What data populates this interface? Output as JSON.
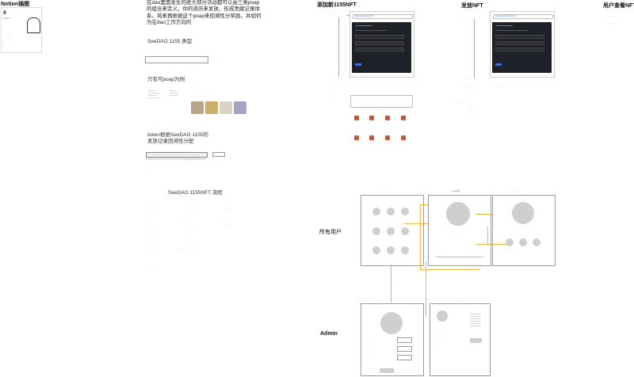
{
  "notion": {
    "title": "Notion插图",
    "card_heading": "盘",
    "card_lines": [
      "Notion",
      "···",
      "···· · ···",
      "··· ··· ···"
    ]
  },
  "intro": {
    "paragraph": "在dao里面发生的绝大部分活动都可以由三类poap的组合来定义。你的资历来发放、形成贡献记录体系。将来再根据这个poap来回溯性分奖励。并如何为在dao工作方向的"
  },
  "poap_types": {
    "title": "SeeDAO 1155 类型",
    "col_a": [
      "·····",
      "·· ·",
      "····"
    ],
    "col_b": [
      "····",
      "·· ·",
      "····"
    ],
    "col_c": [
      "·· ···",
      "·· ·",
      "· ·· ·"
    ],
    "side_note": "········ ·········"
  },
  "poap_example": {
    "title": "只有可poap为例",
    "labels": [
      "····",
      "····",
      "····"
    ],
    "caption": "···· ····· ·· ····· ···· ·····"
  },
  "token_distribution": {
    "title_line1": "token根据SeeDAO 1155的",
    "title_line2": "发放记录回溯性分配",
    "left_marker": "··",
    "notes": [
      "·· · ···",
      "····· ·· ···",
      "·· ·· ·"
    ]
  },
  "flow": {
    "title": "SeeDAO 1155NFT 流程",
    "columns": [
      "··· ·· ····",
      "······",
      "··· ····"
    ],
    "red_notes": [
      "··· ·····",
      "···· ·· ····",
      "··· · ·····"
    ],
    "black_notes": [
      "·· ·· ·····",
      "··· ·····",
      "····· ·····",
      "·· ·· ···"
    ]
  },
  "admin_add": {
    "title": "添加新1155NFT",
    "label_top": "······ ····",
    "url": "https://seedao.xyz/nft",
    "form_lines": [
      "··· ·· ···",
      "······",
      "·· ··· ··"
    ],
    "red_notes": [
      "··· ·····",
      "··· ······ ·····"
    ],
    "button_label": "····",
    "grid_caption": "·· ···"
  },
  "admin_issue": {
    "title": "发放NFT",
    "label_top": "···· ·· ····",
    "url": "https://seedao.xyz/mint",
    "notes": [
      "·····",
      "······ ·· ····",
      "···· ····"
    ],
    "red_notes": [
      "······ ·· ····",
      "··· ·· ·····"
    ]
  },
  "user_view": {
    "title": "用户查看NFT",
    "red_notes": [
      "··· ·· ·· ···",
      "·· ·· ·······"
    ]
  },
  "all_users": {
    "label": "所有用户",
    "frame1_title": "··· ··",
    "frame2_title": "poap详",
    "frame3_title": "·· ·· ····",
    "profile_caption": "··· ·· ····",
    "field_labels": [
      "·····",
      "·· ···· ····"
    ]
  },
  "admin": {
    "label": "Admin",
    "frame1_title": "······ ·········",
    "frame2_title": "··· ·· ···· ······",
    "field_labels": [
      "··· ····",
      "······ ···",
      "·· ···"
    ],
    "submit_label": "····",
    "arrow_label": "···"
  },
  "colors": {
    "accent_orange": "#f0b540",
    "note_red": "#d9451f",
    "circle_gray": "#cfcfcf",
    "screenshot_dark": "#1f2128"
  }
}
